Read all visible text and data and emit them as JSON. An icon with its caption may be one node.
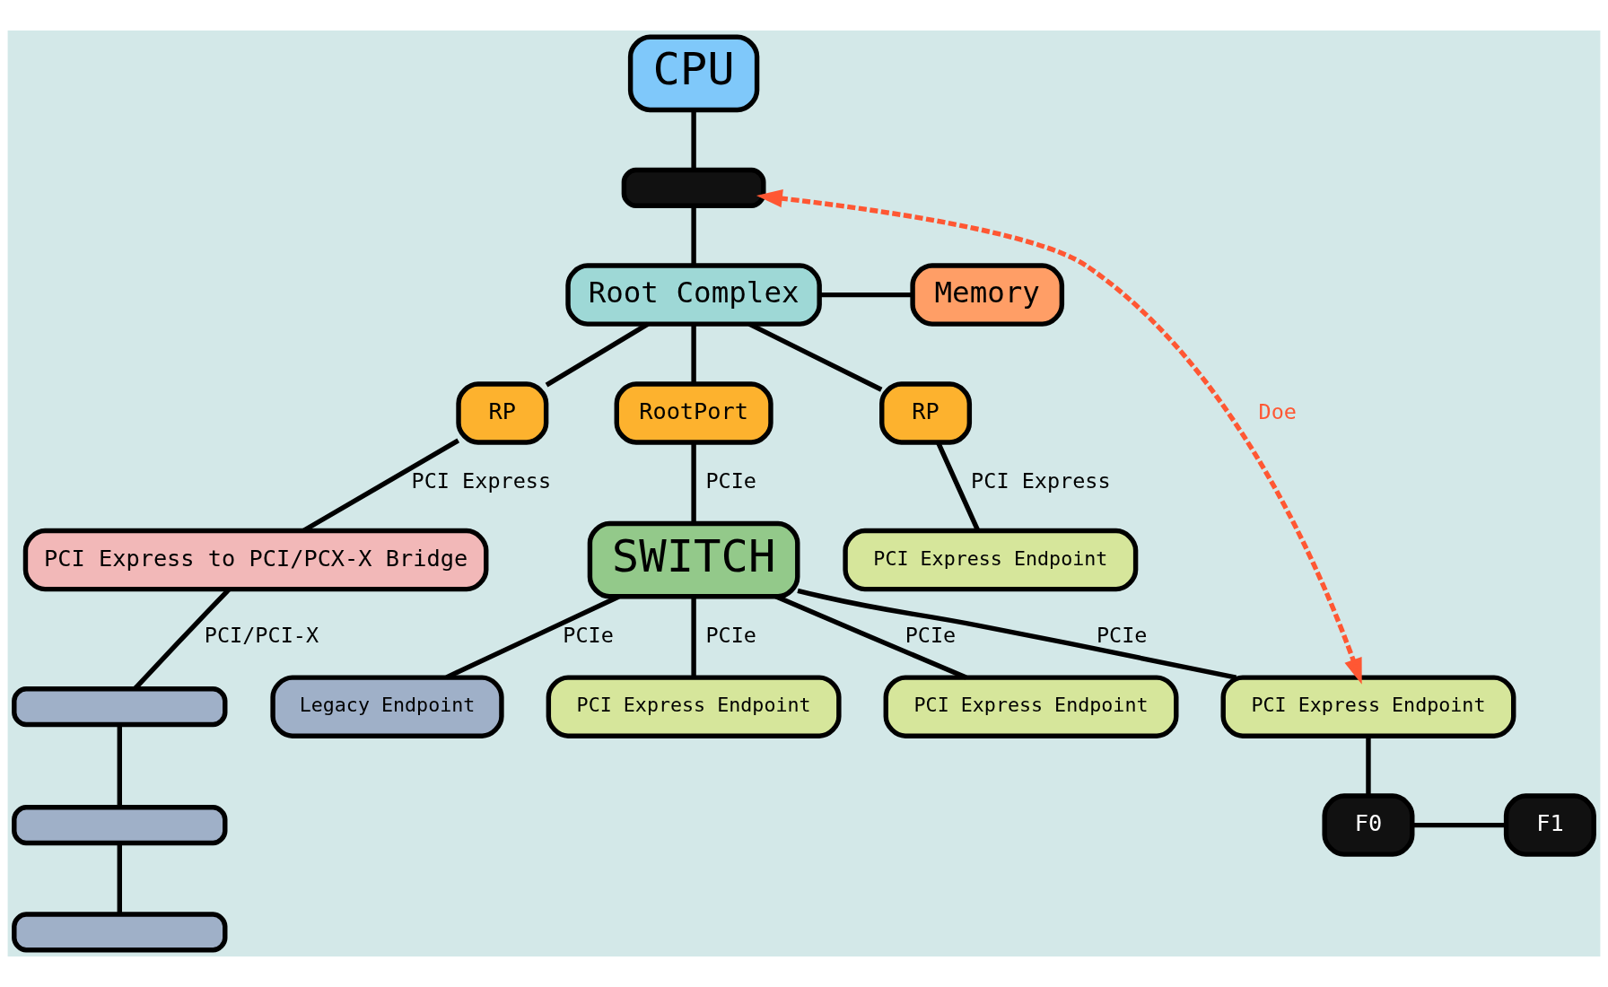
{
  "diagram": {
    "nodes": [
      {
        "text": [
          "CPU"
        ]
      },
      {
        "text": [],
        "shape": "box"
      },
      {
        "text": [
          "Root Complex"
        ]
      },
      {
        "text": [
          "Memory"
        ]
      },
      {
        "text": [
          "RP"
        ]
      },
      {
        "text": [
          "RootPort"
        ]
      },
      {
        "text": [
          "RP"
        ]
      },
      {
        "text": [
          "PCI Express to PCI/PCX-X Bridge"
        ]
      },
      {
        "text": [
          "SWITCH"
        ]
      },
      {
        "text": [
          "PCI Express Endpoint"
        ]
      },
      {
        "text": [],
        "shape": "bar"
      },
      {
        "text": [],
        "shape": "bar"
      },
      {
        "text": [],
        "shape": "bar"
      },
      {
        "text": [
          "Legacy Endpoint"
        ]
      },
      {
        "text": [
          "PCI Express Endpoint"
        ]
      },
      {
        "text": [
          "PCI Express Endpoint"
        ]
      },
      {
        "text": [
          "PCI Express Endpoint"
        ]
      },
      {
        "text": [
          "F0"
        ]
      },
      {
        "text": [
          "F1"
        ]
      }
    ],
    "edges": [
      {
        "from": 0,
        "to": 1,
        "arrow": "none"
      },
      {
        "from": 1,
        "to": 2,
        "arrow": "none"
      },
      {
        "from": 2,
        "to": 3,
        "arrow": "none"
      },
      {
        "from": 2,
        "to": 4,
        "arrow": "none"
      },
      {
        "from": 2,
        "to": 5,
        "arrow": "none"
      },
      {
        "from": 2,
        "to": 6,
        "arrow": "none"
      },
      {
        "from": 4,
        "to": 7,
        "arrow": "none",
        "label": "PCI Express"
      },
      {
        "from": 5,
        "to": 8,
        "arrow": "none",
        "label": "PCIe"
      },
      {
        "from": 6,
        "to": 9,
        "arrow": "none",
        "label": "PCI Express"
      },
      {
        "from": 7,
        "to": 10,
        "arrow": "none",
        "label": "PCI/PCI-X"
      },
      {
        "from": 10,
        "to": 11,
        "arrow": "none"
      },
      {
        "from": 11,
        "to": 12,
        "arrow": "none"
      },
      {
        "from": 8,
        "to": 13,
        "arrow": "none",
        "label": "PCIe"
      },
      {
        "from": 8,
        "to": 14,
        "arrow": "none",
        "label": "PCIe"
      },
      {
        "from": 8,
        "to": 15,
        "arrow": "none",
        "label": "PCIe"
      },
      {
        "from": 8,
        "to": 16,
        "arrow": "none",
        "label": "PCIe"
      },
      {
        "from": 16,
        "to": 17,
        "arrow": "none"
      },
      {
        "from": 17,
        "to": 18,
        "arrow": "none"
      },
      {
        "from": 1,
        "to": 16,
        "arrow": "both",
        "label": "Doe",
        "style": "dashed",
        "color": "#ff5733"
      }
    ]
  }
}
